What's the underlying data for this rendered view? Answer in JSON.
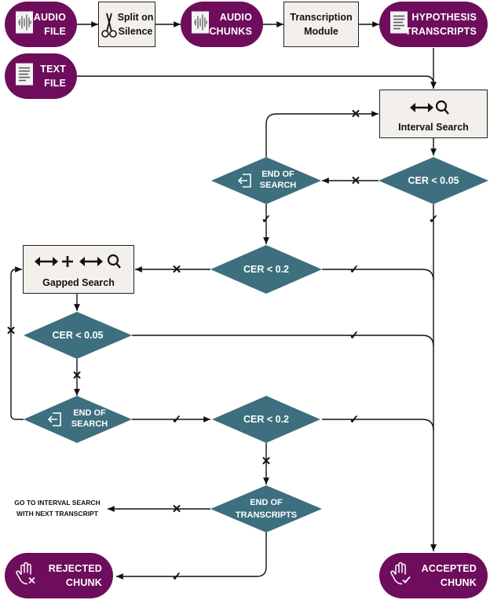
{
  "inputs": {
    "audio_file": [
      "AUDIO",
      "FILE"
    ],
    "text_file": [
      "TEXT",
      "FILE"
    ]
  },
  "pipeline": {
    "split_on_silence": [
      "Split on",
      "Silence"
    ],
    "audio_chunks": [
      "AUDIO",
      "CHUNKS"
    ],
    "transcription_module": [
      "Transcription",
      "Module"
    ],
    "hypothesis_transcripts": [
      "HYPOTHESIS",
      "TRANSCRIPTS"
    ]
  },
  "interval_search": "Interval Search",
  "gapped_search": "Gapped Search",
  "decisions": {
    "cer_005_top": "CER < 0.05",
    "end_search_top": [
      "END OF",
      "SEARCH"
    ],
    "cer_02_top": "CER < 0.2",
    "cer_005_mid": "CER < 0.05",
    "end_search_bottom": [
      "END OF",
      "SEARCH"
    ],
    "cer_02_bottom": "CER < 0.2",
    "end_transcripts": [
      "END OF",
      "TRANSCRIPTS"
    ]
  },
  "go_to_interval": [
    "GO TO INTERVAL SEARCH",
    "WITH NEXT TRANSCRIPT"
  ],
  "outcomes": {
    "rejected": [
      "REJECTED",
      "CHUNK"
    ],
    "accepted": [
      "ACCEPTED",
      "CHUNK"
    ]
  },
  "marks": {
    "yes": "✓",
    "no": "✕"
  },
  "colors": {
    "pill": "#6e0d5c",
    "diamond": "#3d6f7e",
    "box": "#f3f0ec",
    "line": "#111111"
  },
  "icons": [
    "waveform-icon",
    "scissors-icon",
    "document-icon",
    "arrow-search-icon",
    "gapped-search-icon",
    "exit-icon",
    "hand-x-icon",
    "hand-check-icon"
  ]
}
